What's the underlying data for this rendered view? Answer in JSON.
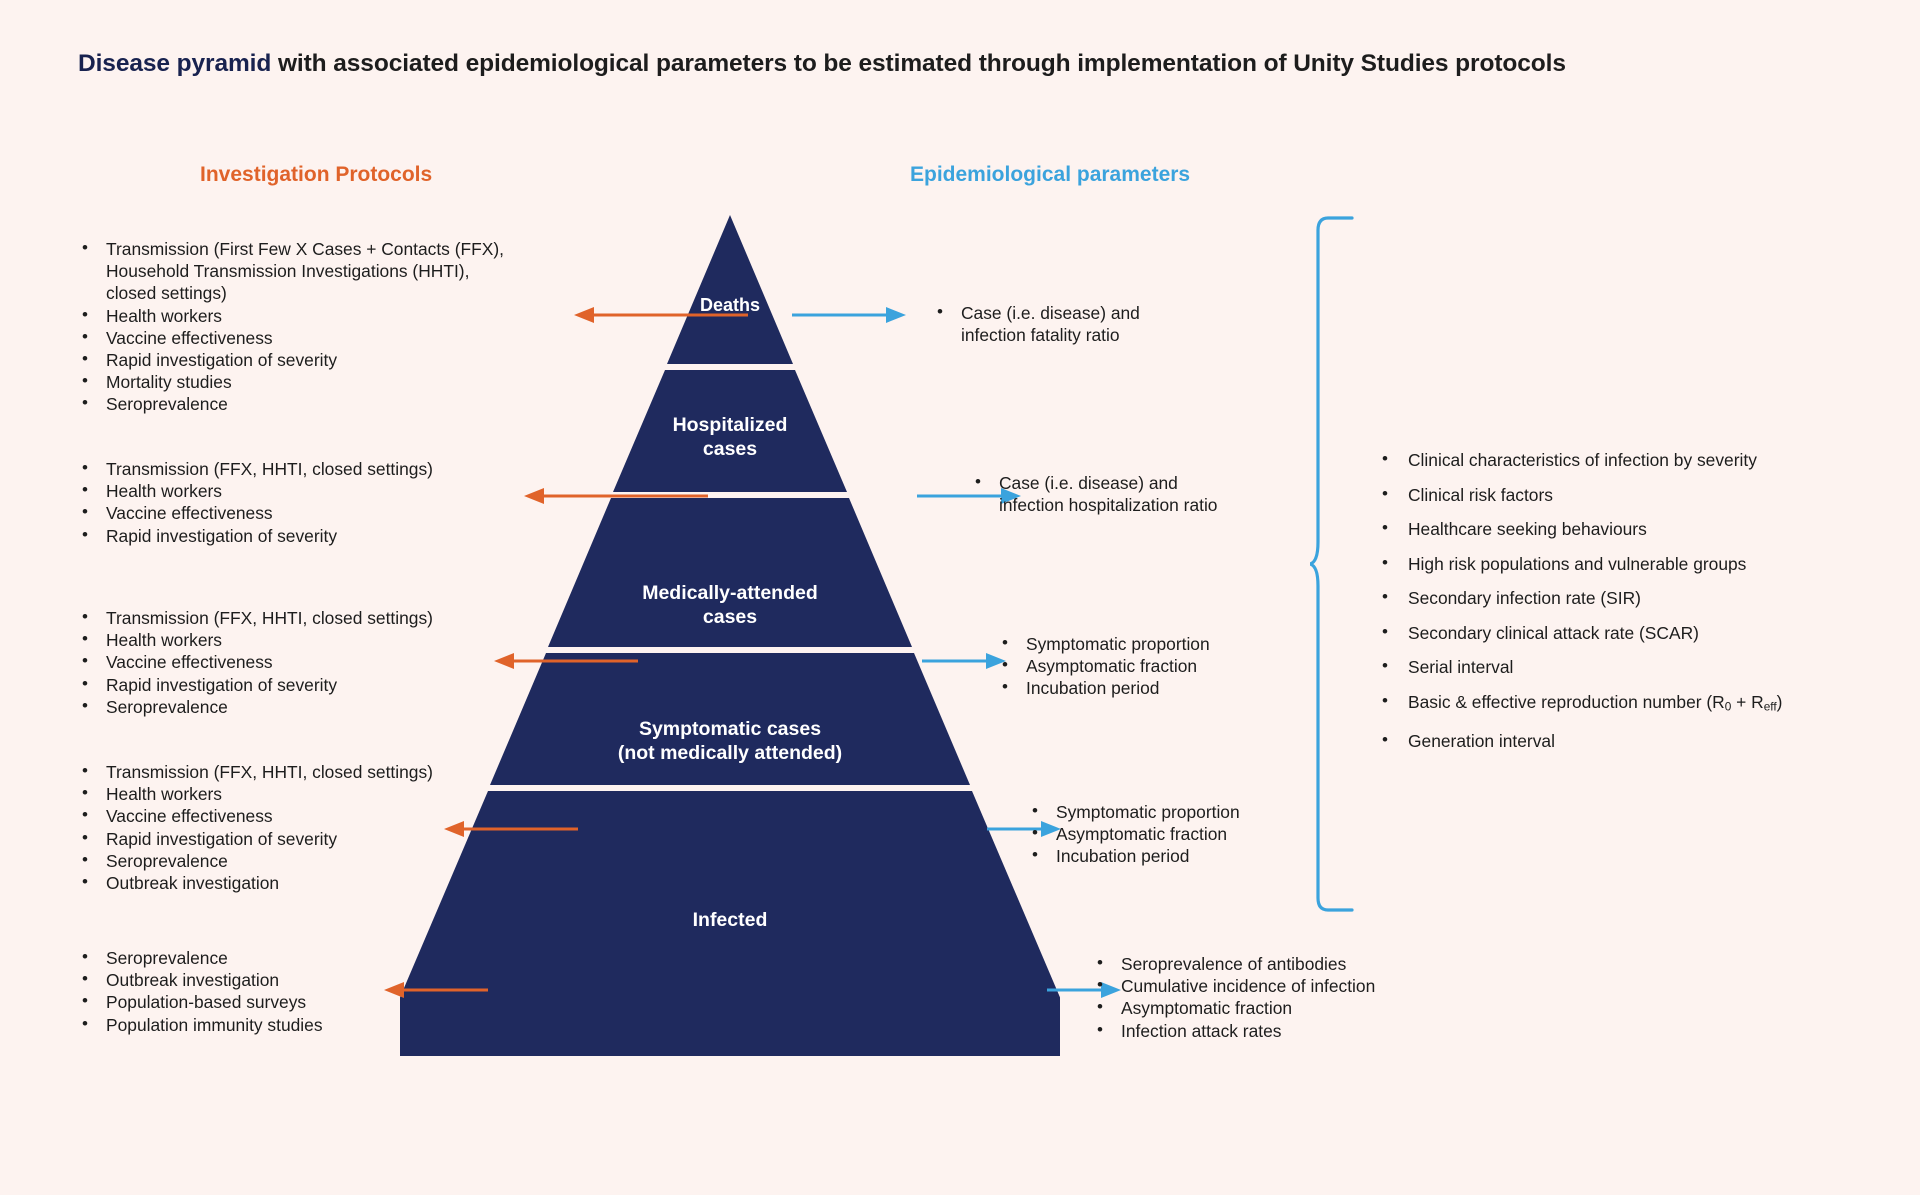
{
  "title": {
    "bold_part": "Disease pyramid",
    "rest": " with associated epidemiological parameters to be estimated through implementation of Unity Studies protocols"
  },
  "columns": {
    "left_heading": "Investigation Protocols",
    "right_heading": "Epidemiological parameters"
  },
  "colors": {
    "background": "#fdf3f0",
    "pyramid": "#1f2a5e",
    "left_accent": "#e0632a",
    "right_accent": "#3ba3dd",
    "title_accent": "#18224f",
    "text": "#1d1d1d"
  },
  "pyramid_tiers": [
    {
      "label": "Deaths"
    },
    {
      "label": "Hospitalized\ncases"
    },
    {
      "label": "Medically-attended\ncases"
    },
    {
      "label": "Symptomatic cases\n(not medically attended)"
    },
    {
      "label": "Infected"
    }
  ],
  "investigation_protocols": [
    {
      "tier": "Deaths",
      "items": [
        "Transmission (First Few X Cases + Contacts (FFX),\nHousehold Transmission Investigations (HHTI),\nclosed settings)",
        "Health workers",
        "Vaccine effectiveness",
        "Rapid investigation of severity",
        "Mortality studies",
        "Seroprevalence"
      ]
    },
    {
      "tier": "Hospitalized cases",
      "items": [
        "Transmission (FFX, HHTI, closed settings)",
        "Health workers",
        "Vaccine effectiveness",
        "Rapid investigation of severity"
      ]
    },
    {
      "tier": "Medically-attended cases",
      "items": [
        "Transmission (FFX, HHTI, closed settings)",
        "Health workers",
        "Vaccine effectiveness",
        "Rapid investigation of severity",
        "Seroprevalence"
      ]
    },
    {
      "tier": "Symptomatic cases (not medically attended)",
      "items": [
        "Transmission (FFX, HHTI, closed settings)",
        "Health workers",
        "Vaccine effectiveness",
        "Rapid investigation of severity",
        "Seroprevalence",
        "Outbreak investigation"
      ]
    },
    {
      "tier": "Infected",
      "items": [
        "Seroprevalence",
        "Outbreak investigation",
        "Population-based surveys",
        "Population immunity studies"
      ]
    }
  ],
  "epidemiological_parameters": [
    {
      "tier": "Deaths",
      "items": [
        "Case (i.e. disease) and\ninfection fatality ratio"
      ]
    },
    {
      "tier": "Hospitalized cases",
      "items": [
        "Case (i.e. disease) and\ninfection hospitalization ratio"
      ]
    },
    {
      "tier": "Medically-attended cases",
      "items": [
        "Symptomatic proportion",
        "Asymptomatic fraction",
        "Incubation period"
      ]
    },
    {
      "tier": "Symptomatic cases (not medically attended)",
      "items": [
        "Symptomatic proportion",
        "Asymptomatic fraction",
        "Incubation period"
      ]
    },
    {
      "tier": "Infected",
      "items": [
        "Seroprevalence of antibodies",
        "Cumulative incidence of infection",
        "Asymptomatic fraction",
        "Infection attack rates"
      ]
    }
  ],
  "cross_cutting_parameters": [
    "Clinical characteristics of infection by severity",
    "Clinical risk factors",
    "Healthcare seeking behaviours",
    "High risk populations and vulnerable groups",
    "Secondary infection rate (SIR)",
    "Secondary clinical attack rate (SCAR)",
    "Serial interval",
    "Basic &amp; effective reproduction number (R<sub>0</sub> + R<sub>eff</sub>)",
    "Generation interval"
  ]
}
